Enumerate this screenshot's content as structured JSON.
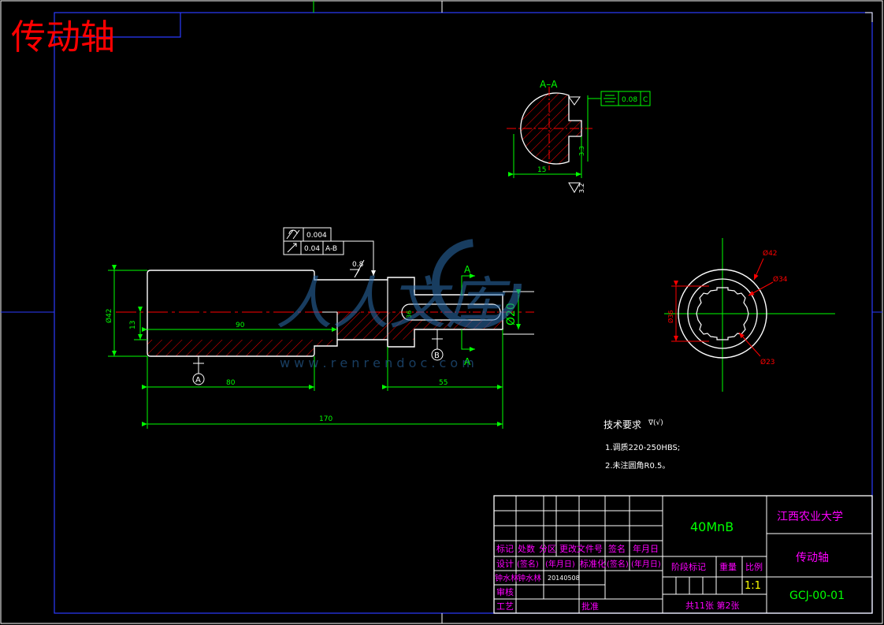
{
  "header": {
    "title": "传动轴"
  },
  "section_view": {
    "label": "A–A",
    "tolerance_value": "0.08",
    "tolerance_datum": "C",
    "dim_width": "15",
    "dim_depth": "3.3",
    "dim_roughness": "3.2"
  },
  "gdt_frames": {
    "row1_value": "0.004",
    "row2_value": "0.04",
    "row2_datum": "A-B"
  },
  "main_view": {
    "roughness_label": "0.8",
    "dim_phi42": "Ø42",
    "dim_13": "13",
    "dim_90": "90",
    "dim_80": "80",
    "dim_55": "55",
    "dim_170": "170",
    "dim_phi20": "Ø20",
    "dim_36": "36",
    "datum_a": "A",
    "datum_b": "B",
    "section_mark_top": "A",
    "section_mark_bottom": "A"
  },
  "end_view": {
    "dim_outer": "Ø42",
    "dim_mid": "Ø34",
    "dim_inner": "Ø23",
    "dim_left": "Ø36"
  },
  "tech_requirements": {
    "title": "技术要求",
    "symbol_note": "∇(√)",
    "item1": "1.调质220-250HBS;",
    "item2": "2.未注圆角R0.5。"
  },
  "title_block": {
    "material": "40MnB",
    "school": "江西农业大学",
    "part_name": "传动轴",
    "drawing_no": "GCJ-00-01",
    "scale": "1:1",
    "sheets": "共11张 第2张",
    "hdr_mark": "标记",
    "hdr_count": "处数",
    "hdr_zone": "分区",
    "hdr_docno": "更改文件号",
    "hdr_sign": "签名",
    "hdr_date": "年月日",
    "row_design": "设计",
    "row_design_sign": "(签名)",
    "row_design_date": "(年月日)",
    "row_standard": "标准化",
    "row_std_sign": "(签名)",
    "row_std_date": "(年月日)",
    "row_drafter": "钟水林",
    "row_drafter2": "钟水林",
    "row_date": "20140508",
    "row_review": "审核",
    "row_process": "工艺",
    "row_approve": "批准",
    "stage_mark": "阶段标记",
    "weight": "重量",
    "scale_label": "比例"
  },
  "watermark": {
    "text": "人人文库",
    "url": "w w w . r e n r e n d o c . c o m"
  },
  "colors": {
    "frame": "#ffffff",
    "border_blue": "#2b3bff",
    "drawing_white": "#ffffff",
    "dimension_green": "#00ff00",
    "centerline_red": "#ff0000",
    "title_red": "#ff0000",
    "magenta": "#ff00ff",
    "yellow": "#ffff00"
  }
}
